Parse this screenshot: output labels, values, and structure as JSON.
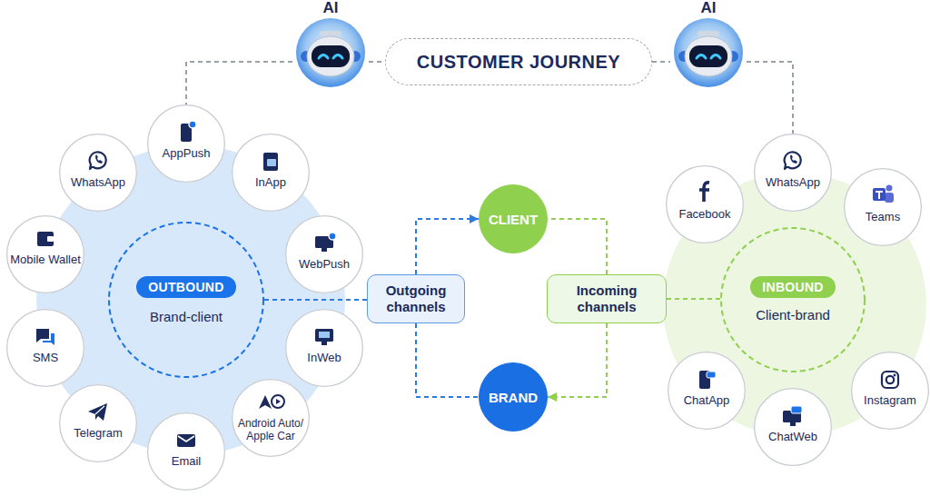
{
  "diagram": {
    "nodes": [
      {
        "text": [
          "AI"
        ]
      },
      {
        "text": [
          "CUSTOMER JOURNEY"
        ]
      },
      {
        "text": [
          "AI"
        ]
      },
      {
        "text": [
          "Brand-client"
        ]
      },
      {
        "text": [
          "OUTBOUND"
        ],
        "in": 3
      },
      {
        "text": [
          "WhatsApp"
        ]
      },
      {
        "text": [
          "AppPush"
        ]
      },
      {
        "text": [
          "InApp"
        ]
      },
      {
        "text": [
          "Mobile Wallet"
        ]
      },
      {
        "text": [
          "WebPush"
        ]
      },
      {
        "text": [
          "SMS"
        ]
      },
      {
        "text": [
          "InWeb"
        ]
      },
      {
        "text": [
          "Telegram"
        ]
      },
      {
        "text": [
          "Android Auto/ Apple Car"
        ]
      },
      {
        "text": [
          "Email"
        ]
      },
      {
        "text": [
          "CLIENT"
        ]
      },
      {
        "text": [
          "Outgoing channels"
        ]
      },
      {
        "text": [
          "Incoming channels"
        ]
      },
      {
        "text": [
          "BRAND"
        ]
      },
      {
        "text": [
          "Client-brand"
        ]
      },
      {
        "text": [
          "INBOUND"
        ],
        "in": 19
      },
      {
        "text": [
          "WhatsApp"
        ]
      },
      {
        "text": [
          "Facebook"
        ]
      },
      {
        "text": [
          "Teams"
        ]
      },
      {
        "text": [
          "ChatApp"
        ]
      },
      {
        "text": [
          "Instagram"
        ]
      },
      {
        "text": [
          "ChatWeb"
        ]
      }
    ],
    "edges": [
      {
        "from": 0,
        "to": 1,
        "arrow": "none"
      },
      {
        "from": 1,
        "to": 2,
        "arrow": "none"
      },
      {
        "from": 0,
        "to": 6,
        "arrow": "none"
      },
      {
        "from": 2,
        "to": 21,
        "arrow": "none"
      },
      {
        "from": 3,
        "to": 16,
        "arrow": "none"
      },
      {
        "from": 16,
        "to": 15,
        "arrow": "to"
      },
      {
        "from": 16,
        "to": 18,
        "arrow": "none"
      },
      {
        "from": 17,
        "to": 15,
        "arrow": "none"
      },
      {
        "from": 17,
        "to": 18,
        "arrow": "to"
      },
      {
        "from": 17,
        "to": 19,
        "arrow": "none"
      }
    ]
  }
}
